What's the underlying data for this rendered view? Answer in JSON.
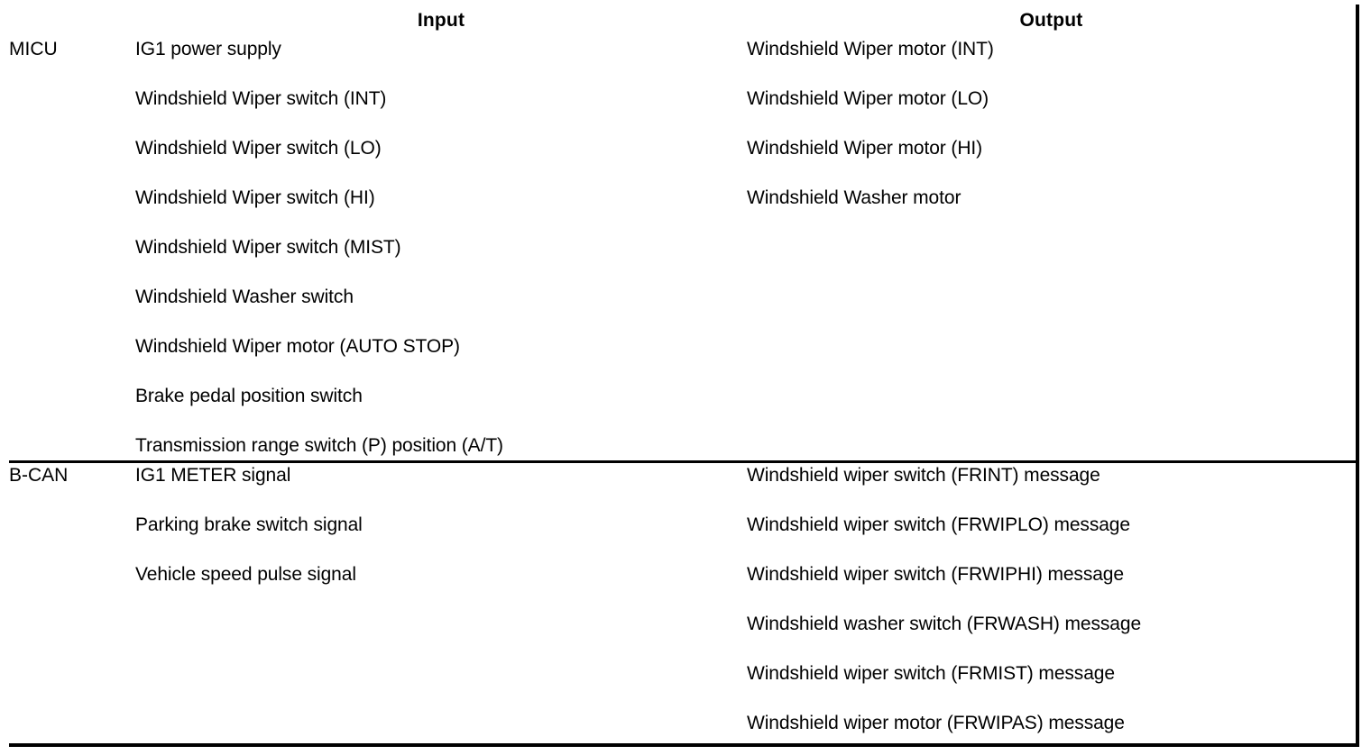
{
  "table": {
    "headers": {
      "system_column": "",
      "input": "Input",
      "output": "Output"
    },
    "rows": [
      {
        "system": "MICU",
        "inputs": [
          "IG1 power supply",
          "Windshield Wiper switch (INT)",
          "Windshield Wiper switch (LO)",
          "Windshield Wiper switch (HI)",
          "Windshield Wiper switch (MIST)",
          "Windshield Washer switch",
          "Windshield Wiper motor (AUTO STOP)",
          "Brake pedal position switch",
          "Transmission range switch (P) position (A/T)"
        ],
        "outputs": [
          "Windshield Wiper motor (INT)",
          "Windshield Wiper motor (LO)",
          "Windshield Wiper motor (HI)",
          "Windshield Washer motor"
        ]
      },
      {
        "system": "B-CAN",
        "inputs": [
          "IG1 METER signal",
          "Parking brake switch signal",
          "Vehicle speed pulse signal"
        ],
        "outputs": [
          "Windshield wiper switch (FRINT) message",
          "Windshield wiper switch (FRWIPLO) message",
          "Windshield wiper switch (FRWIPHI) message",
          "Windshield washer switch (FRWASH) message",
          "Windshield wiper switch (FRMIST) message",
          "Windshield wiper motor (FRWIPAS) message"
        ]
      }
    ]
  },
  "colors": {
    "border": "#000000",
    "text": "#000000",
    "background": "#ffffff"
  }
}
